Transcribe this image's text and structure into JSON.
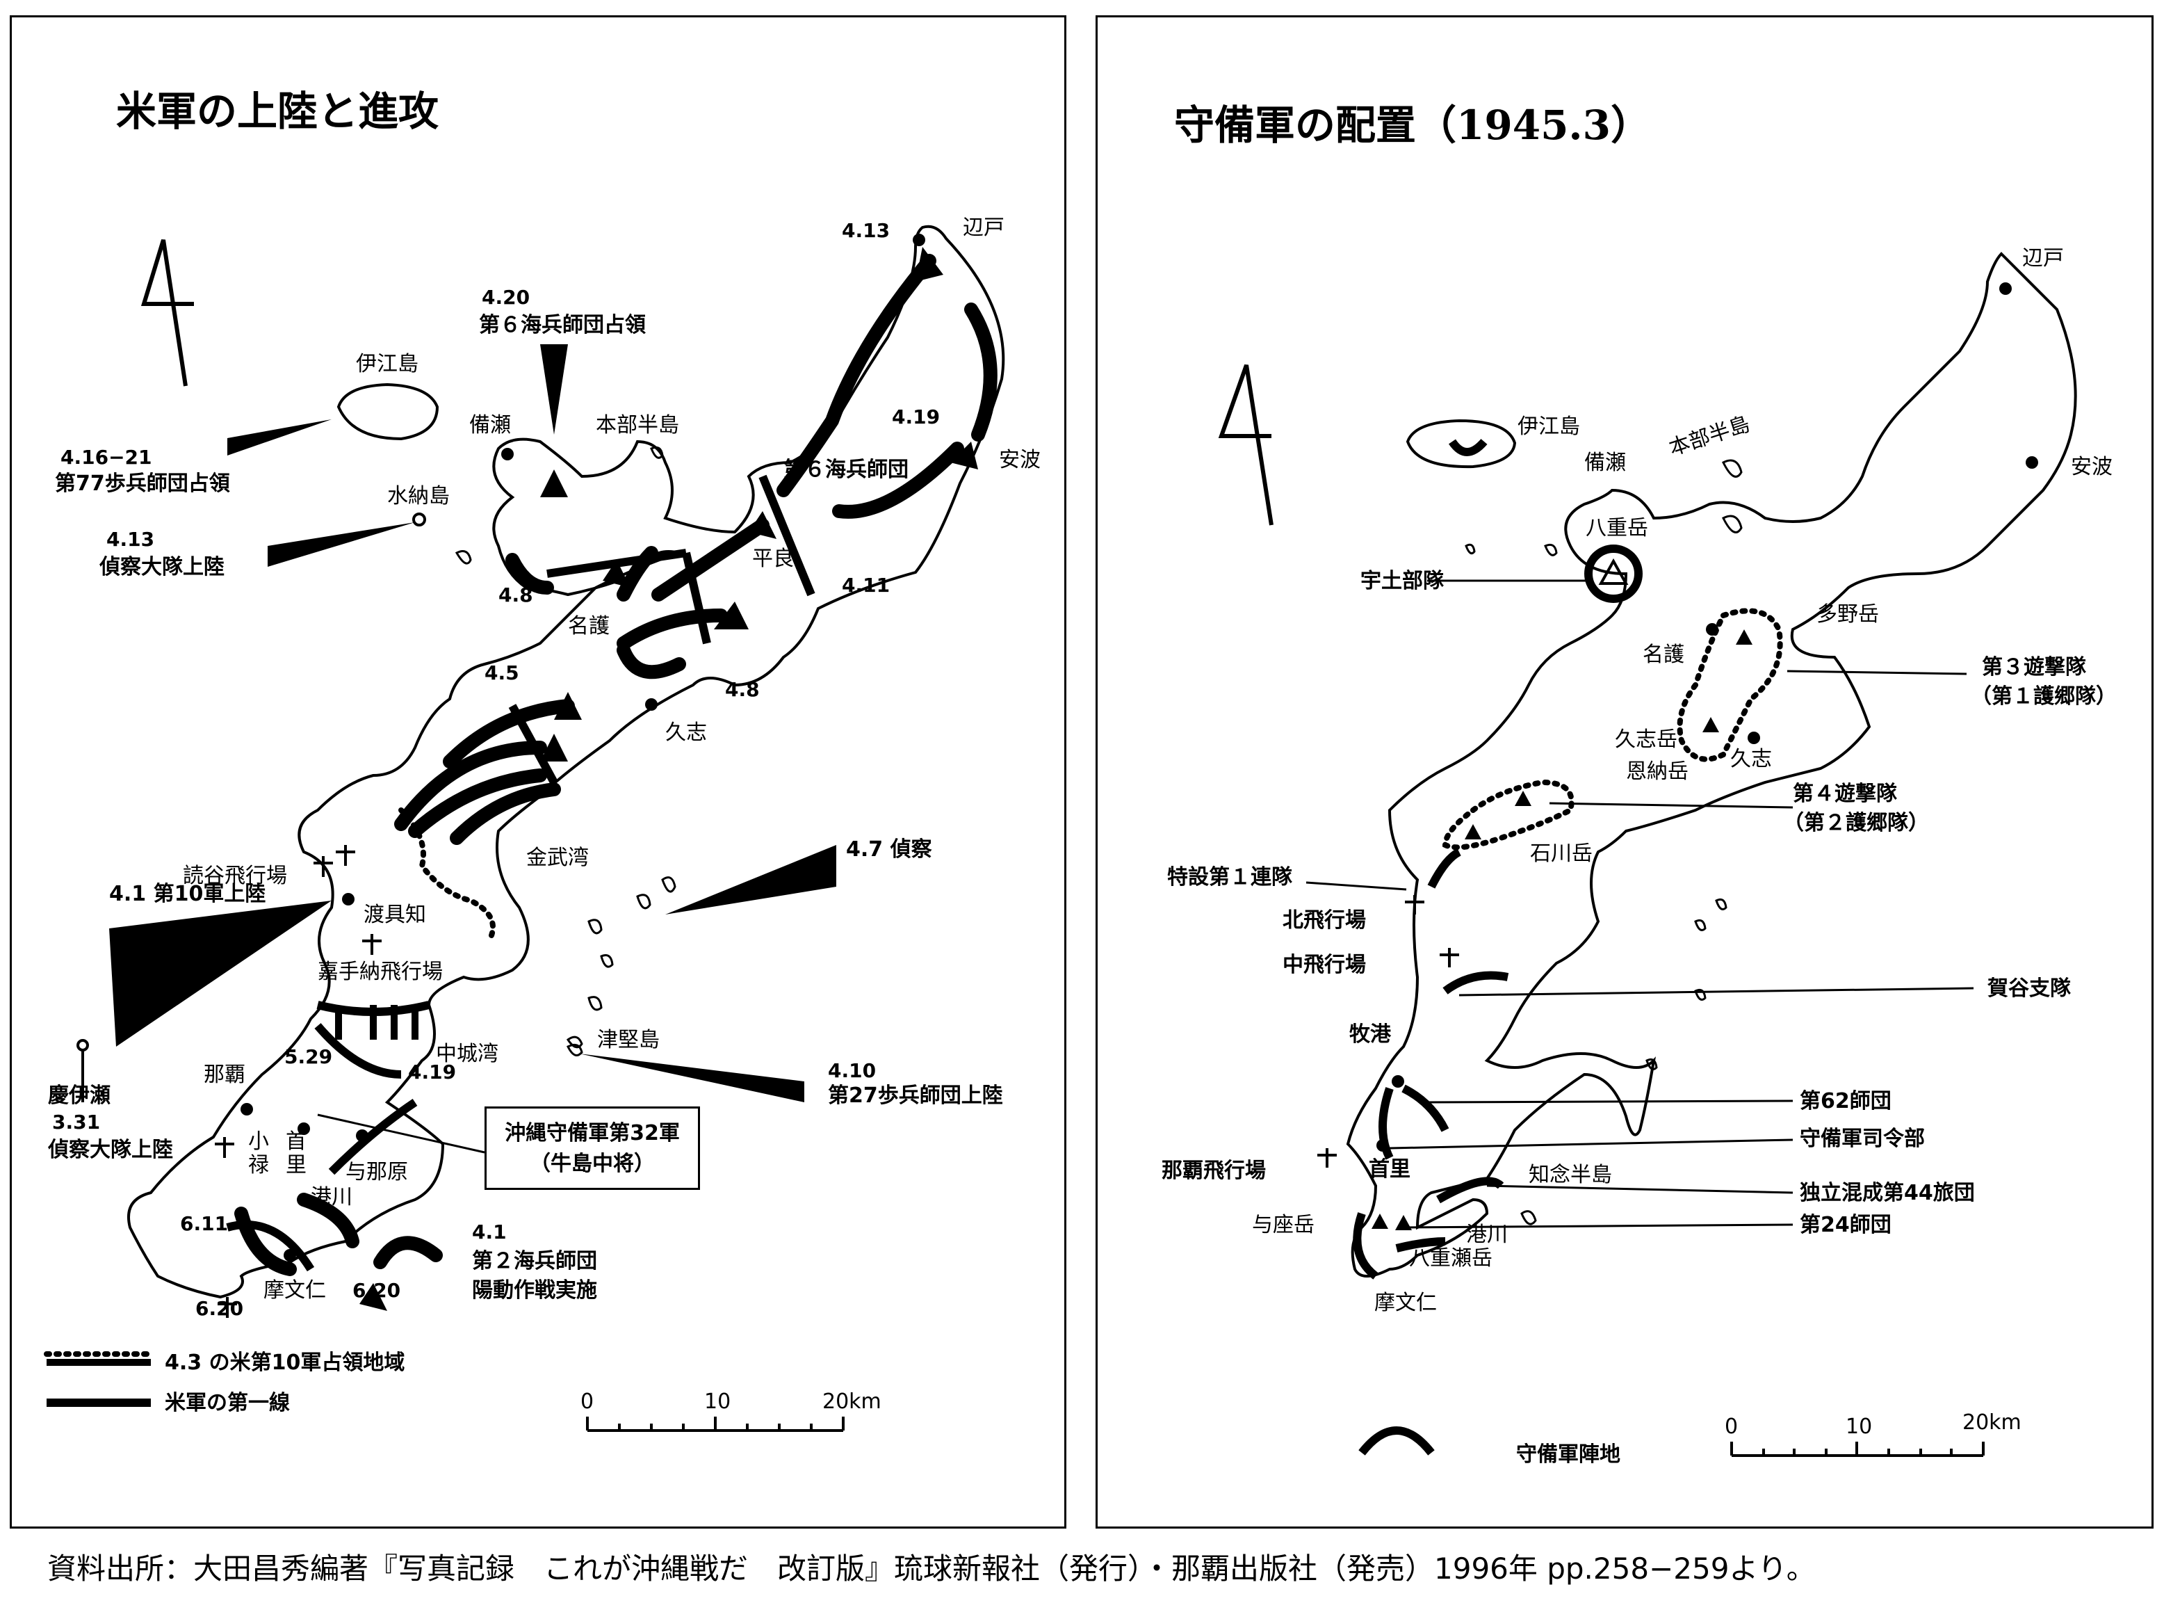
{
  "left_map": {
    "title": "米軍の上陸と進攻",
    "places": {
      "ie_island": "伊江島",
      "bise": "備瀬",
      "motobu": "本部半島",
      "minna": "水納島",
      "nago": "名護",
      "taira": "平良",
      "hedo": "辺戸",
      "aha": "安波",
      "kushi": "久志",
      "kin_bay": "金武湾",
      "yomitan_airfield": "読谷飛行場",
      "toguchi": "渡具知",
      "kadena_airfield": "嘉手納飛行場",
      "nakagusuku_bay": "中城湾",
      "tsuken": "津堅島",
      "naha": "那覇",
      "shuri": "首里",
      "oroku": "小禄",
      "yonabaru": "与那原",
      "minatogawa": "港川",
      "mabuni": "摩文仁",
      "kerama": "慶伊瀬"
    },
    "events": {
      "e420_date": "4.20",
      "e420_text": "第６海兵師団占領",
      "e416_date": "4.16−21",
      "e416_text": "第77歩兵師団占領",
      "e413_date": "4.13",
      "e413_text": "偵察大隊上陸",
      "e413_hedo": "4.13",
      "e419_aha": "4.19",
      "e6th_div": "第６海兵師団",
      "e411": "4.11",
      "e48_nago": "4.8",
      "e48_kushi": "4.8",
      "e45": "4.5",
      "e47": "4.7 偵察",
      "e41_landing": "4.1 第10軍上陸",
      "e419_naka": "4.19",
      "e410_date": "4.10",
      "e410_text": "第27歩兵師団上陸",
      "e529": "5.29",
      "e331_date": "3.31",
      "e331_text": "偵察大隊上陸",
      "e611": "6.11",
      "e620a": "6.20",
      "e620b": "6.20",
      "e41b_date": "4.1",
      "e41b_line1": "第２海兵師団",
      "e41b_line2": "陽動作戦実施"
    },
    "hq_box": {
      "line1": "沖縄守備軍第32軍",
      "line2": "（牛島中将）"
    },
    "legend": {
      "occupied": "4.3 の米第10軍占領地域",
      "front": "米軍の第一線"
    },
    "scale": {
      "s0": "0",
      "s10": "10",
      "s20": "20km"
    }
  },
  "right_map": {
    "title": "守備軍の配置（1945.3）",
    "places": {
      "hedo": "辺戸",
      "ie_island": "伊江島",
      "bise": "備瀬",
      "motobu": "本部半島",
      "aha": "安波",
      "yaedake": "八重岳",
      "tanodake": "多野岳",
      "nago": "名護",
      "kushidake": "久志岳",
      "kushi": "久志",
      "onnadake": "恩納岳",
      "ishikawadake": "石川岳",
      "kita_airfield": "北飛行場",
      "naka_airfield": "中飛行場",
      "makiminato": "牧港",
      "shuri": "首里",
      "naha_airfield": "那覇飛行場",
      "chinen": "知念半島",
      "yozadake": "与座岳",
      "minatogawa": "港川",
      "yaesedake": "八重瀬岳",
      "mabuni": "摩文仁"
    },
    "units": {
      "udo": "宇土部隊",
      "guerrilla3": "第３遊撃隊",
      "guerrilla3_sub": "（第１護郷隊）",
      "guerrilla4": "第４遊撃隊",
      "guerrilla4_sub": "（第２護郷隊）",
      "special1": "特設第１連隊",
      "kaya": "賀谷支隊",
      "div62": "第62師団",
      "hq": "守備軍司令部",
      "brig44": "独立混成第44旅団",
      "div24": "第24師団"
    },
    "legend": {
      "positions": "守備軍陣地"
    },
    "scale": {
      "s0": "0",
      "s10": "10",
      "s20": "20km"
    }
  },
  "caption": "資料出所：大田昌秀編著『写真記録　これが沖縄戦だ　改訂版』琉球新報社（発行）・那覇出版社（発売）1996年 pp.258−259より。"
}
